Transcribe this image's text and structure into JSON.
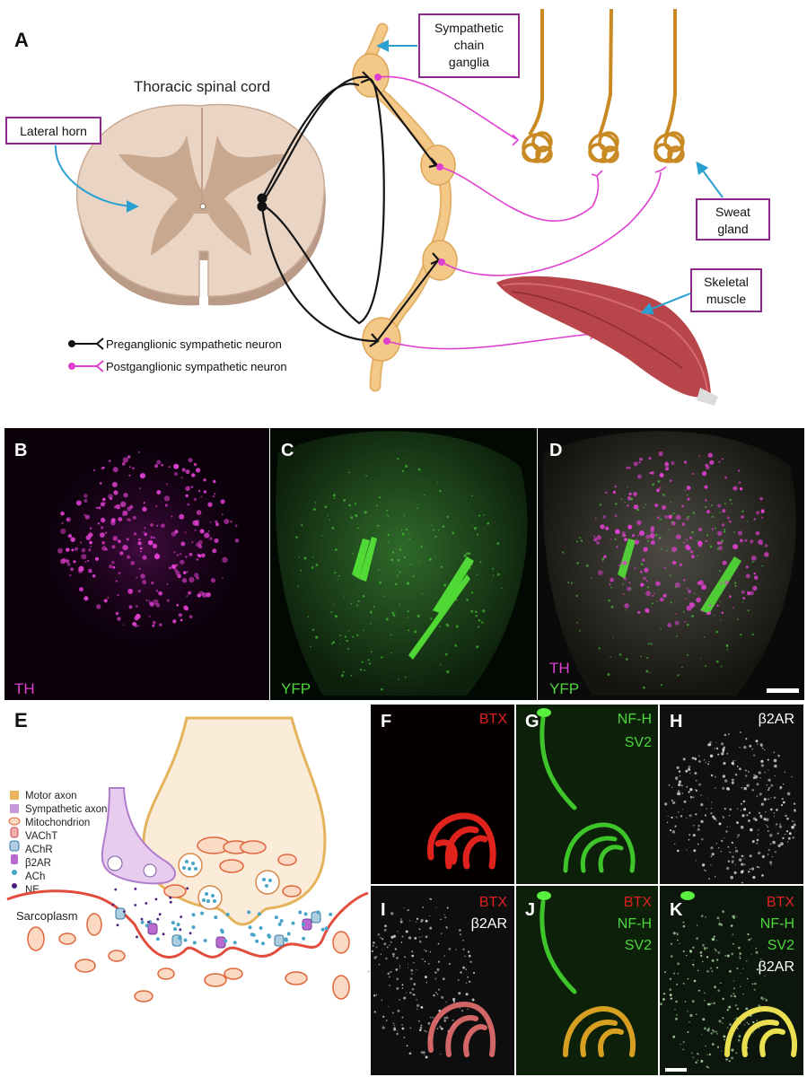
{
  "panel_a": {
    "letter": "A",
    "cord_title": "Thoracic spinal cord",
    "callouts": {
      "lateral_horn": "Lateral horn",
      "chain_line1": "Sympathetic",
      "chain_line2": "chain",
      "chain_line3": "ganglia",
      "sweat_line1": "Sweat",
      "sweat_line2": "gland",
      "muscle_line1": "Skeletal",
      "muscle_line2": "muscle"
    },
    "legend": {
      "pre": "Preganglionic sympathetic neuron",
      "post": "Postganglionic sympathetic neuron"
    }
  },
  "panels_bcd": {
    "b": {
      "letter": "B",
      "stain": "TH"
    },
    "c": {
      "letter": "C",
      "stain": "YFP"
    },
    "d": {
      "letter": "D",
      "stain1": "TH",
      "stain2": "YFP"
    }
  },
  "panel_e": {
    "letter": "E",
    "legend": [
      "Motor axon",
      "Sympathetic axon",
      "Mitochondrion",
      "VAChT",
      "AChR",
      "β2AR",
      "ACh",
      "NE"
    ],
    "sarcoplasm": "Sarcoplasm"
  },
  "panels_fk": {
    "f": {
      "letter": "F",
      "l1": "BTX"
    },
    "g": {
      "letter": "G",
      "l1": "NF-H",
      "l2": "SV2"
    },
    "h": {
      "letter": "H",
      "l1": "β2AR"
    },
    "i": {
      "letter": "I",
      "l1": "BTX",
      "l2": "β2AR"
    },
    "j": {
      "letter": "J",
      "l1": "BTX",
      "l2": "NF-H",
      "l3": "SV2"
    },
    "k": {
      "letter": "K",
      "l1": "BTX",
      "l2": "NF-H",
      "l3": "SV2",
      "l4": "β2AR"
    }
  },
  "colors": {
    "magenta": "#e040d0",
    "green": "#4cd63a",
    "red": "#e02020",
    "callout_border": "#8b2a8b",
    "arrow_blue": "#2aa0d0"
  }
}
